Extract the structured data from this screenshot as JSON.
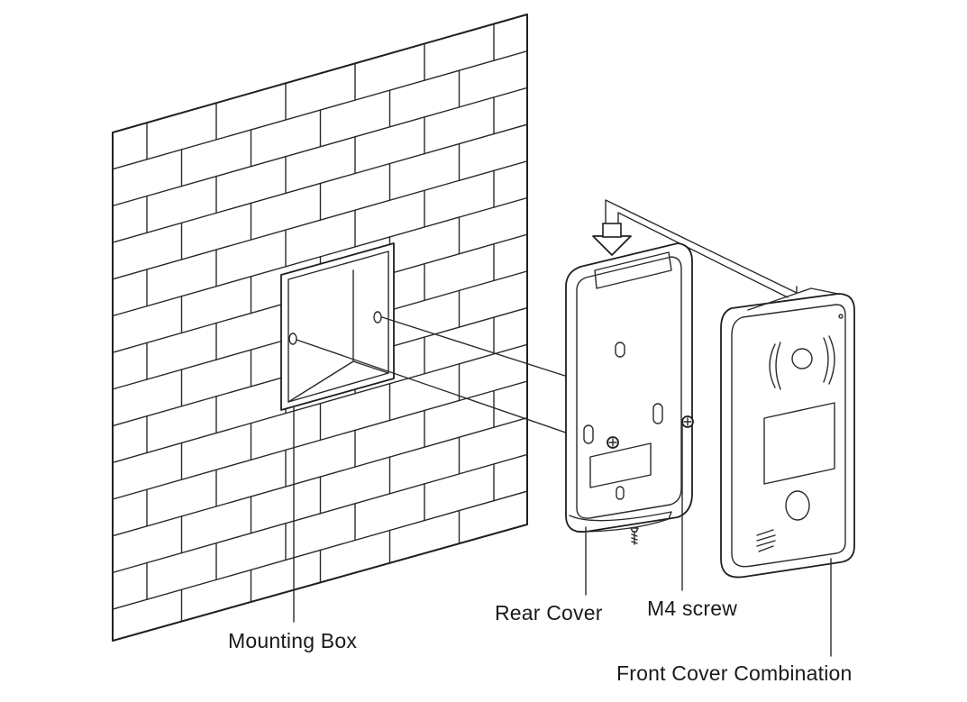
{
  "labels": {
    "mounting_box": "Mounting Box",
    "rear_cover": "Rear Cover",
    "m4_screw": "M4 screw",
    "front_cover": "Front Cover Combination"
  },
  "colors": {
    "line": "#1f1f1f",
    "background": "#ffffff"
  },
  "icons": [
    "down-arrow-icon",
    "screw-icon"
  ]
}
